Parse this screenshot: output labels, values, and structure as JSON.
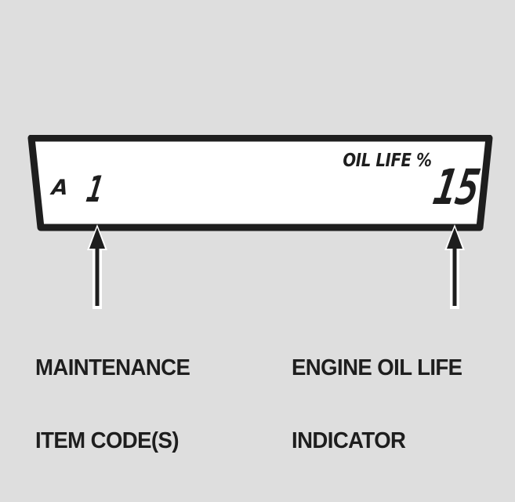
{
  "background_color": "#dedede",
  "ink_color": "#1e1e1e",
  "display": {
    "name": "maintenance-minder-lcd",
    "panel_fill": "#ffffff",
    "panel_border": "#1e1e1e",
    "maintenance_item_code_letter": "A",
    "maintenance_item_code_number": "1",
    "oil_life_label": "OIL LIFE %",
    "oil_life_value": "15"
  },
  "callouts": [
    {
      "id": "maintenance-item-codes",
      "arrow": "up-arrow-icon",
      "line1": "MAINTENANCE",
      "line2": "ITEM CODE(S)"
    },
    {
      "id": "engine-oil-life-indicator",
      "arrow": "up-arrow-icon",
      "line1": "ENGINE OIL LIFE",
      "line2": "INDICATOR"
    }
  ]
}
